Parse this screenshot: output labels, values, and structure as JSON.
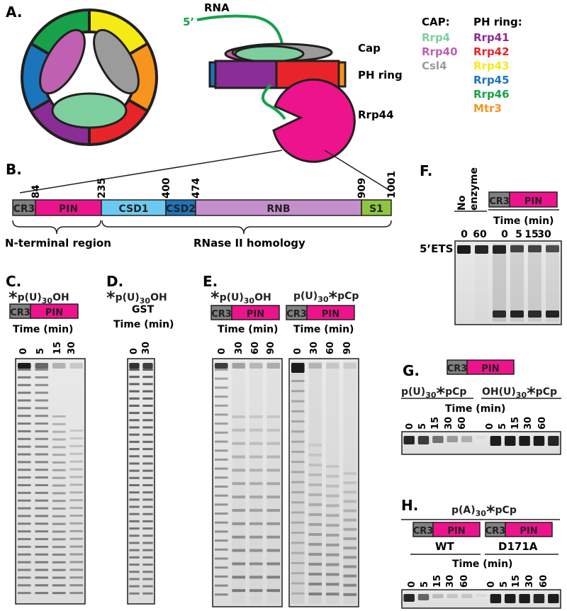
{
  "panels": {
    "A": "A.",
    "B": "B.",
    "C": "C.",
    "D": "D.",
    "E": "E.",
    "F": "F.",
    "G": "G.",
    "H": "H."
  },
  "schematic": {
    "rna_label": "RNA",
    "five_prime": "5’",
    "cap_label": "Cap",
    "ph_ring_label": "PH ring",
    "rrp44_label": "Rrp44"
  },
  "legend": {
    "cap_header": "CAP:",
    "ph_header": "PH ring:",
    "cap_items": [
      {
        "name": "Rrp4",
        "color": "#7dcf9d"
      },
      {
        "name": "Rrp40",
        "color": "#c060b0"
      },
      {
        "name": "Csl4",
        "color": "#9b9b9b"
      }
    ],
    "ph_items": [
      {
        "name": "Rrp41",
        "color": "#8a2d96"
      },
      {
        "name": "Rrp42",
        "color": "#e8242a"
      },
      {
        "name": "Rrp43",
        "color": "#f6ea16"
      },
      {
        "name": "Rrp45",
        "color": "#1b75bb"
      },
      {
        "name": "Rrp46",
        "color": "#17a14a"
      },
      {
        "name": "Mtr3",
        "color": "#f7941d"
      }
    ]
  },
  "domains": {
    "positions": [
      "84",
      "235",
      "400",
      "474",
      "909",
      "1001"
    ],
    "items": [
      {
        "name": "CR3",
        "color": "#808080"
      },
      {
        "name": "PIN",
        "color": "#ec138c"
      },
      {
        "name": "CSD1",
        "color": "#6cc9f0"
      },
      {
        "name": "CSD2",
        "color": "#1b75bb"
      },
      {
        "name": "RNB",
        "color": "#c490cc"
      },
      {
        "name": "S1",
        "color": "#8dc63f"
      }
    ],
    "nterm_label": "N-terminal region",
    "rnase_label": "RNase II homology"
  },
  "construct": {
    "cr3": "CR3",
    "pin": "PIN"
  },
  "time_label": "Time (min)",
  "substrates": {
    "star": "*",
    "pU": "p(U)",
    "oh": "OH",
    "sub30": "30",
    "pcp": "pCp",
    "pA": "p(A)",
    "ohU": "OH(U)"
  },
  "panelD": {
    "gst": "GST"
  },
  "panelF": {
    "no": "No",
    "enzyme": "enzyme",
    "band": "5’ETS",
    "times": [
      "0",
      "60",
      "0",
      "5",
      "15",
      "30"
    ]
  },
  "panelC": {
    "times": [
      "0",
      "5",
      "15",
      "30"
    ]
  },
  "panelDt": {
    "times": [
      "0",
      "30"
    ]
  },
  "panelE": {
    "times1": [
      "0",
      "30",
      "60",
      "90"
    ],
    "times2": [
      "0",
      "30",
      "60",
      "90"
    ]
  },
  "panelG": {
    "times1": [
      "0",
      "5",
      "15",
      "30",
      "60"
    ],
    "times2": [
      "0",
      "5",
      "15",
      "30",
      "60"
    ]
  },
  "panelH": {
    "wt": "WT",
    "mut": "D171A",
    "times1": [
      "0",
      "5",
      "15",
      "30",
      "60"
    ],
    "times2": [
      "0",
      "5",
      "15",
      "30",
      "60"
    ]
  }
}
